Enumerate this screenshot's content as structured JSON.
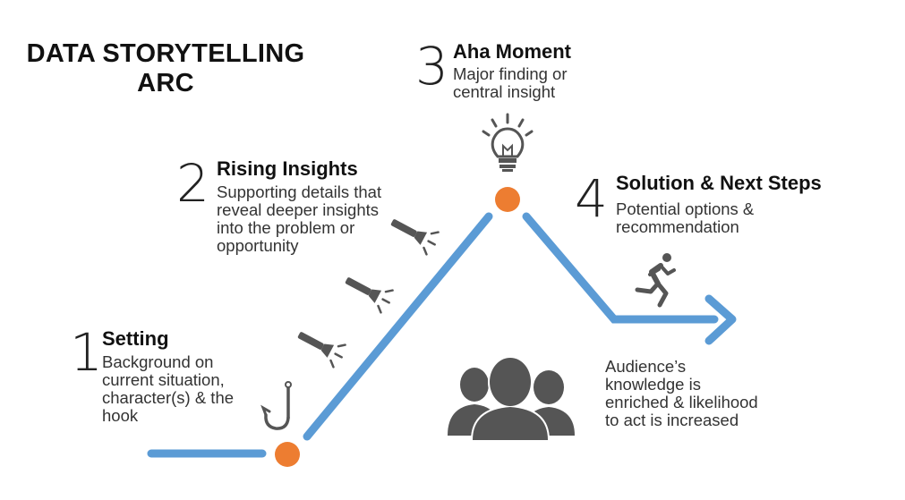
{
  "title": "DATA STORYTELLING ARC",
  "stages": [
    {
      "number": "1",
      "title": "Setting",
      "description": "Background on current situation, character(s) & the hook"
    },
    {
      "number": "2",
      "title": "Rising Insights",
      "description": "Supporting details that reveal deeper insights into the problem or opportunity"
    },
    {
      "number": "3",
      "title": "Aha Moment",
      "description": "Major finding or central insight"
    },
    {
      "number": "4",
      "title": "Solution & Next Steps",
      "description": "Potential options & recommendation"
    }
  ],
  "audience_note": "Audience’s knowledge is enriched & likelihood to act is increased",
  "colors": {
    "arc": "#5b9bd5",
    "dot": "#ed7d31",
    "icon": "#555555"
  },
  "icons": [
    "fishing-hook-icon",
    "flashlight-icon",
    "lightbulb-icon",
    "running-person-icon",
    "audience-group-icon"
  ]
}
